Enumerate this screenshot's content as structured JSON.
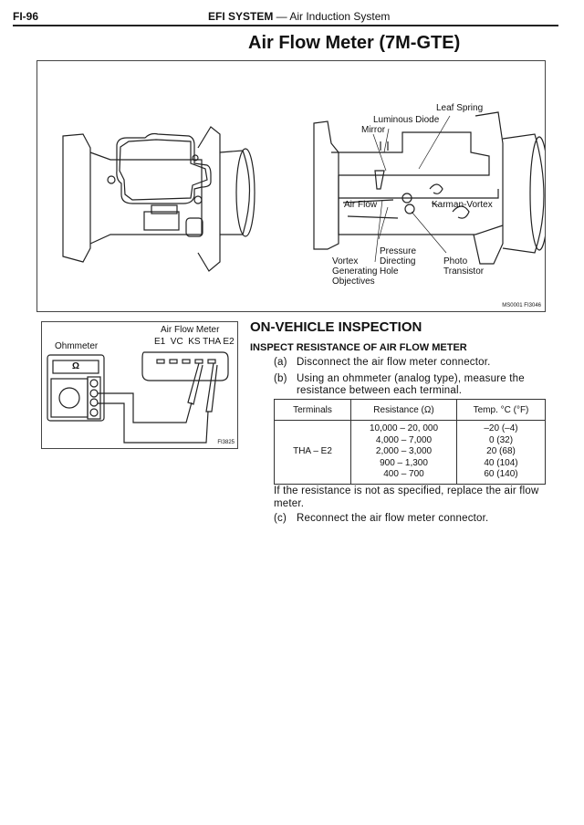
{
  "header": {
    "page_number": "FI-96",
    "section_bold": "EFI SYSTEM",
    "section_rest": " — Air Induction System"
  },
  "title": "Air Flow Meter (7M-GTE)",
  "figure1": {
    "labels": {
      "leaf_spring": "Leaf Spring",
      "luminous_diode": "Luminous Diode",
      "mirror": "Mirror",
      "air_flow": "Air Flow",
      "karman_vortex": "Karman-Vortex",
      "pressure_directing_hole": [
        "Pressure",
        "Directing",
        "Hole"
      ],
      "vortex_generating_objectives": [
        "Vortex",
        "Generating",
        "Objectives"
      ],
      "photo_transistor": [
        "Photo",
        "Transistor"
      ]
    },
    "code": "MS0001 FI3046"
  },
  "figure2": {
    "labels": {
      "air_flow_meter": "Air Flow Meter",
      "ohmmeter": "Ohmmeter",
      "terminals": "E1  VC  KS THA E2",
      "omega": "Ω"
    },
    "code": "FI3825"
  },
  "section": {
    "heading": "ON-VEHICLE INSPECTION",
    "subheading": "INSPECT RESISTANCE OF AIR FLOW METER",
    "steps": [
      {
        "marker": "(a)",
        "text": "Disconnect the air flow meter connector."
      },
      {
        "marker": "(b)",
        "text": "Using an ohmmeter (analog type), measure the",
        "text2": "resistance between each terminal."
      }
    ],
    "note": "If the resistance is not as specified, replace the air flow",
    "note2": "meter.",
    "step_c": {
      "marker": "(c)",
      "text": "Reconnect the air flow meter connector."
    }
  },
  "table": {
    "headers": [
      "Terminals",
      "Resistance (Ω)",
      "Temp. °C (°F)"
    ],
    "terminals": "THA – E2",
    "rows": [
      {
        "resistance": "10,000 – 20, 000",
        "temp": "–20 (–4)"
      },
      {
        "resistance": "4,000 – 7,000",
        "temp": "0 (32)"
      },
      {
        "resistance": "2,000 – 3,000",
        "temp": "20 (68)"
      },
      {
        "resistance": "900 – 1,300",
        "temp": "40 (104)"
      },
      {
        "resistance": "400 – 700",
        "temp": "60 (140)"
      }
    ]
  }
}
